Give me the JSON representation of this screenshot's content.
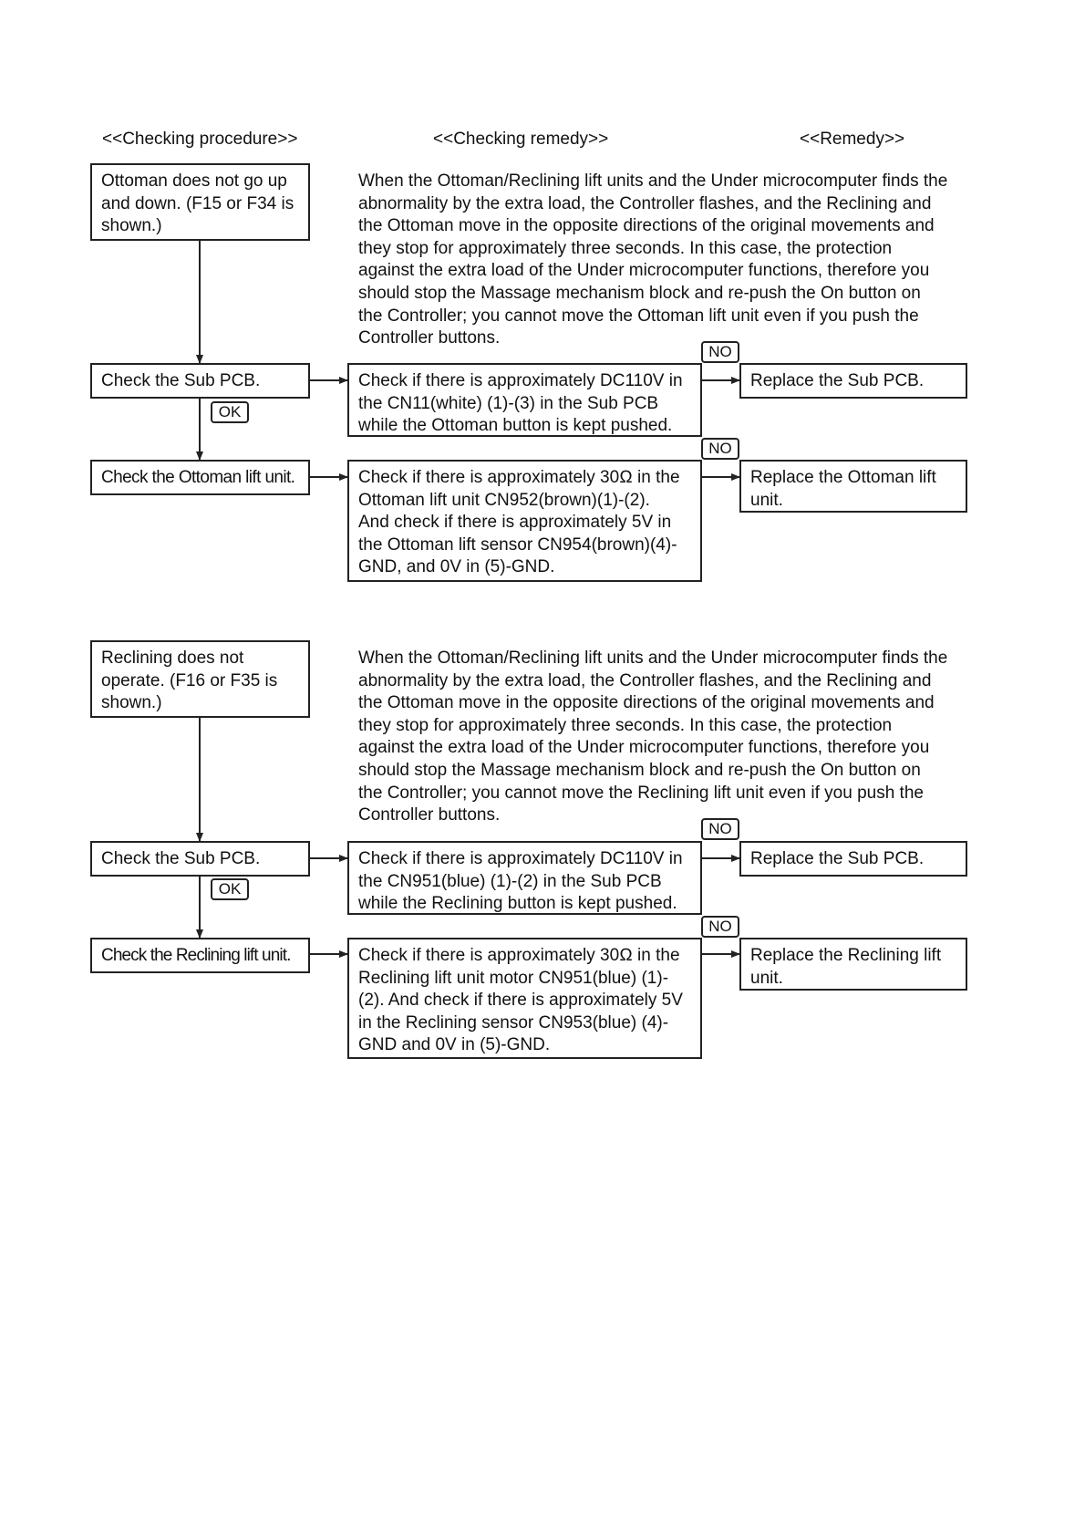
{
  "headers": {
    "procedure": "<<Checking procedure>>",
    "remedy_check": "<<Checking remedy>>",
    "remedy": "<<Remedy>>"
  },
  "section1": {
    "symptom": "Ottoman does not go up\nand down. (F15 or F34 is\nshown.)",
    "description": "When the Ottoman/Reclining lift units and the Under microcomputer finds the\nabnormality by the extra load, the Controller flashes, and the Reclining and\nthe Ottoman move in the opposite directions of the original movements and\nthey stop for approximately three seconds.  In this case, the protection\nagainst the extra load of the Under microcomputer functions, therefore you\nshould stop the Massage mechanism block and re-push the On button on\nthe Controller; you cannot move the Ottoman lift unit even if you push the\nController buttons.",
    "step1": "Check the Sub PCB.",
    "check1": "Check if there is approximately DC110V in\nthe CN11(white) (1)-(3) in the Sub PCB\nwhile the Ottoman button is kept pushed.",
    "remedy1": "Replace the Sub PCB.",
    "step2": "Check the Ottoman lift unit.",
    "check2": "Check if there is approximately 30Ω in the\nOttoman lift unit CN952(brown)(1)-(2).\nAnd check if there is approximately 5V in\nthe Ottoman lift sensor CN954(brown)(4)-\nGND, and  0V in (5)-GND.",
    "remedy2": "Replace the Ottoman lift\nunit."
  },
  "section2": {
    "symptom": "Reclining does not\noperate.  (F16 or F35 is\nshown.)",
    "description": "When the Ottoman/Reclining lift units and the Under microcomputer finds the\nabnormality by the extra load, the Controller flashes, and the Reclining and\nthe Ottoman move in the opposite directions of the original movements and\nthey stop for approximately three seconds.  In this case, the protection\nagainst the extra load of the Under microcomputer functions, therefore you\nshould stop the Massage mechanism block and re-push the On button on\nthe Controller; you cannot move the Reclining lift unit even if you push the\nController buttons.",
    "step1": "Check the Sub PCB.",
    "check1": "Check if there is approximately DC110V in\nthe CN951(blue) (1)-(2) in the Sub PCB\nwhile the Reclining button is kept pushed.",
    "remedy1": "Replace the Sub PCB.",
    "step2": "Check the Reclining lift unit.",
    "check2": "Check if there is approximately 30Ω in the\nReclining lift unit motor CN951(blue) (1)-\n(2).  And check if there is approximately 5V\nin the Reclining sensor CN953(blue) (4)-\nGND and 0V in (5)-GND.",
    "remedy2": "Replace the Reclining lift\nunit."
  },
  "tags": {
    "ok": "OK",
    "no": "NO"
  }
}
